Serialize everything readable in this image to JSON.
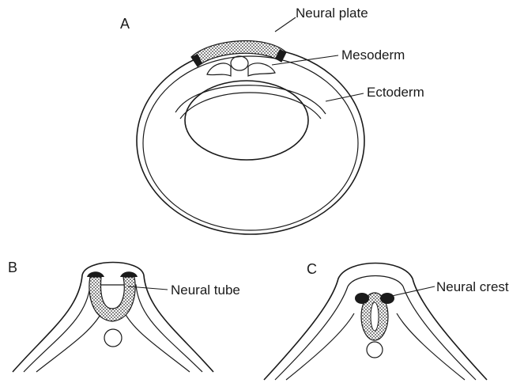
{
  "panels": {
    "a": {
      "letter": "A",
      "labels": {
        "neural_plate": "Neural plate",
        "mesoderm": "Mesoderm",
        "ectoderm": "Ectoderm"
      }
    },
    "b": {
      "letter": "B",
      "labels": {
        "neural_tube": "Neural tube"
      }
    },
    "c": {
      "letter": "C",
      "labels": {
        "neural_crest": "Neural crest"
      }
    }
  },
  "colors": {
    "ink": "#1a1a1a",
    "stipple": "#555555",
    "background": "#ffffff"
  }
}
